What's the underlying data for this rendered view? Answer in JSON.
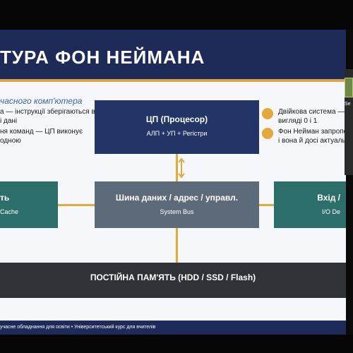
{
  "slide": {
    "title": "ТУРА ФОН НЕЙМАНА",
    "subtitle": "часного комп'ютера",
    "left_bullets": [
      {
        "line1": "а — інструкції зберігаються в",
        "line2": "і дані"
      },
      {
        "line1": "ня команд — ЦП виконує",
        "line2": "одною"
      }
    ],
    "right_bullets": [
      {
        "line1": "Двійкова система — в",
        "line2": "вигляді 0 і 1"
      },
      {
        "line1": "Фон Нейман запропо",
        "line2": "і вона й досі актуальн"
      }
    ],
    "blocks": {
      "cpu": {
        "title": "ЦП (Процесор)",
        "subtitle": "АЛП + УП + Регістри"
      },
      "bus": {
        "title": "Шина даних / адрес / управл.",
        "subtitle": "System Bus"
      },
      "left": {
        "title": "ть",
        "subtitle": "Cache"
      },
      "right": {
        "title": "Вхід /",
        "subtitle": "I/O De"
      },
      "rom": {
        "title": "ПОСТІЙНА ПАМ'ЯТЬ (HDD / SSD / Flash)"
      }
    },
    "footer": "учасне обладнання для освіти  •  Університетський курс для вчителів"
  },
  "participant_tile": {
    "label": "Se"
  },
  "colors": {
    "navy": "#1e2a57",
    "accent": "#e5a83a",
    "teal": "#2b6e6a",
    "gray_block": "#5d6a7a",
    "dark_bar": "#2f3236"
  }
}
